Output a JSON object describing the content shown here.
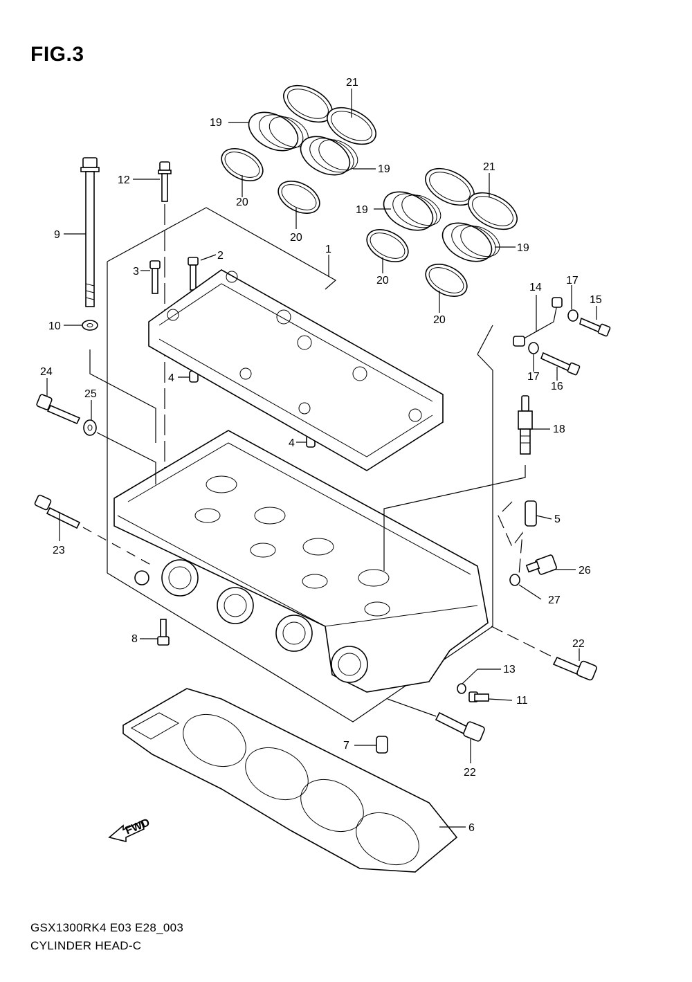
{
  "figure_label": "FIG.3",
  "footer": {
    "model_code": "GSX1300RK4 E03 E28_003",
    "section_name": "CYLINDER HEAD-C"
  },
  "fwd_label": "FWD",
  "callouts": {
    "c1": "1",
    "c2": "2",
    "c3": "3",
    "c4a": "4",
    "c4b": "4",
    "c5": "5",
    "c6": "6",
    "c7": "7",
    "c8": "8",
    "c9": "9",
    "c10": "10",
    "c11": "11",
    "c12": "12",
    "c13": "13",
    "c14": "14",
    "c15": "15",
    "c16": "16",
    "c17a": "17",
    "c17b": "17",
    "c18": "18",
    "c19a": "19",
    "c19b": "19",
    "c19c": "19",
    "c19d": "19",
    "c20a": "20",
    "c20b": "20",
    "c20c": "20",
    "c20d": "20",
    "c21a": "21",
    "c21b": "21",
    "c22a": "22",
    "c22b": "22",
    "c23": "23",
    "c24": "24",
    "c25": "25",
    "c26": "26",
    "c27": "27"
  }
}
